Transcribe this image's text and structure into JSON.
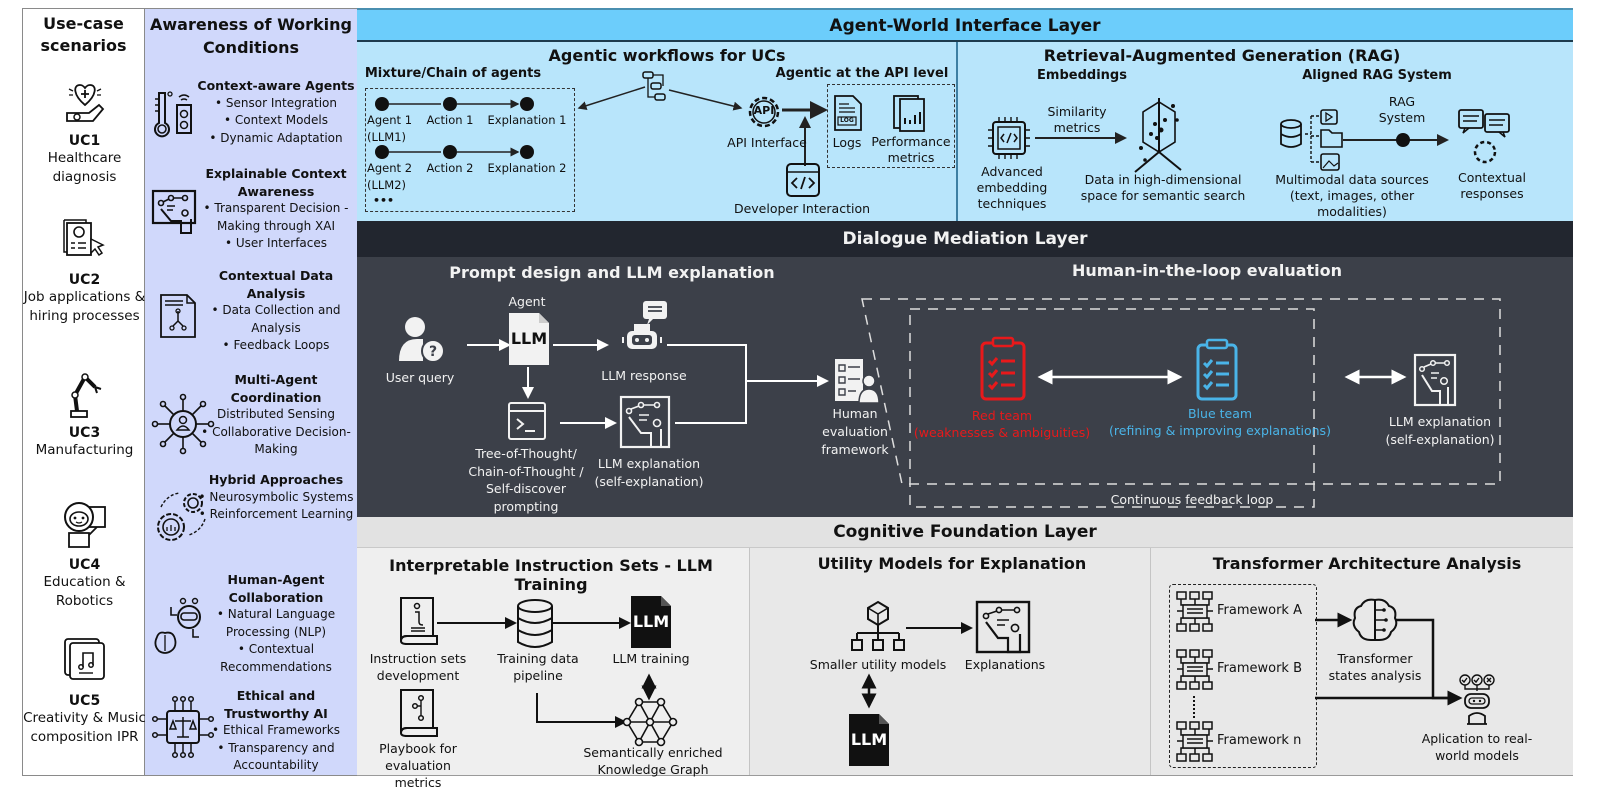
{
  "use_cases": {
    "header": "Use-case scenarios",
    "items": [
      {
        "code": "UC1",
        "label": "Healthcare diagnosis",
        "icon": "healthcare-heart-hand-icon"
      },
      {
        "code": "UC2",
        "label": "Job applications & hiring processes",
        "icon": "resume-cursor-icon"
      },
      {
        "code": "UC3",
        "label": "Manufacturing",
        "icon": "robotic-arm-icon"
      },
      {
        "code": "UC4",
        "label": "Education & Robotics",
        "icon": "teaching-robot-icon"
      },
      {
        "code": "UC5",
        "label": "Creativity & Music composition IPR",
        "icon": "music-note-icon"
      }
    ]
  },
  "awareness": {
    "header": "Awareness of Working Conditions",
    "items": [
      {
        "title": "Context-aware Agents",
        "bullets": [
          "• Sensor Integration",
          "• Context Models",
          "• Dynamic Adaptation"
        ],
        "icon": "thermometer-sensor-icon"
      },
      {
        "title": "Explainable Context Awareness",
        "bullets": [
          "• Transparent Decision -Making through XAI",
          "• User Interfaces"
        ],
        "icon": "presentation-board-icon"
      },
      {
        "title": "Contextual Data Analysis",
        "bullets": [
          "• Data Collection and Analysis",
          "• Feedback Loops"
        ],
        "icon": "data-document-icon"
      },
      {
        "title": "Multi-Agent Coordination",
        "bullets": [
          "Distributed Sensing",
          "• Collaborative Decision-Making"
        ],
        "icon": "network-agent-icon"
      },
      {
        "title": "Hybrid Approaches",
        "bullets": [
          "• Neurosymbolic Systems",
          "• Reinforcement Learning"
        ],
        "icon": "gears-cycle-icon"
      },
      {
        "title": "Human-Agent Collaboration",
        "bullets": [
          "• Natural Language Processing (NLP)",
          "• Contextual Recommendations"
        ],
        "icon": "brain-robot-icon"
      },
      {
        "title": "Ethical and Trustworthy AI",
        "bullets": [
          "• Ethical Frameworks",
          "• Transparency and Accountability"
        ],
        "icon": "ethics-scale-chip-icon"
      }
    ]
  },
  "agent_world": {
    "title": "Agent-World Interface Layer",
    "workflows": {
      "title": "Agentic workflows for UCs",
      "chain_title": "Mixture/Chain of agents",
      "row1": [
        "Agent 1",
        "Action 1",
        "Explanation 1"
      ],
      "row1_sub": "(LLM1)",
      "row2": [
        "Agent 2",
        "Action 2",
        "Explanation 2"
      ],
      "row2_sub": "(LLM2)",
      "ellipsis": "•••",
      "api_title": "Agentic at the API level",
      "api_label": "API Interface",
      "api_icon_text": "API",
      "logs_label": "Logs",
      "logs_icon_text": "LOG",
      "perf_label": "Performance metrics",
      "dev_label": "Developer Interaction"
    },
    "rag": {
      "title": "Retrieval-Augmented Generation (RAG)",
      "embeddings_title": "Embeddings",
      "aligned_title": "Aligned RAG System",
      "advanced_label": "Advanced embedding techniques",
      "similarity_label": "Similarity metrics",
      "space_label": "Data in high-dimensional space for semantic search",
      "multimodal_label": "Multimodal data sources (text, images, other modalities)",
      "rag_system_label": "RAG System",
      "contextual_label": "Contextual responses"
    }
  },
  "dialogue": {
    "title": "Dialogue Mediation Layer",
    "prompt": {
      "title": "Prompt design and LLM explanation",
      "user_query": "User query",
      "agent_label": "Agent",
      "llm_text": "LLM",
      "llm_response": "LLM response",
      "tot_label": "Tree-of-Thought/ Chain-of-Thought / Self-discover prompting",
      "llm_explanation": "LLM explanation (self-explanation)",
      "human_eval": "Human evaluation framework"
    },
    "hitl": {
      "title": "Human-in-the-loop evaluation",
      "red_team": "Red team",
      "red_team_sub": "(weaknesses & ambiguities)",
      "blue_team": "Blue team",
      "blue_team_sub": "(refining & improving explanations)",
      "llm_explanation": "LLM explanation (self-explanation)",
      "feedback": "Continuous feedback loop",
      "red_color": "#e8191b",
      "blue_color": "#4ab4e8"
    }
  },
  "cognitive": {
    "title": "Cognitive Foundation Layer",
    "instruction": {
      "title": "Interpretable Instruction Sets - LLM Training",
      "instruction_dev": "Instruction sets development",
      "training_pipeline": "Training data pipeline",
      "llm_training": "LLM training",
      "llm_text": "LLM",
      "playbook": "Playbook for evaluation metrics",
      "knowledge_graph": "Semantically enriched Knowledge Graph"
    },
    "utility": {
      "title": "Utility Models for Explanation",
      "smaller_models": "Smaller utility models",
      "explanations": "Explanations",
      "llm_text": "LLM"
    },
    "transformer": {
      "title": "Transformer Architecture Analysis",
      "frameworks": [
        "Framework A",
        "Framework B",
        "Framework n"
      ],
      "states": "Transformer states analysis",
      "application": "Aplication to real-world models"
    }
  }
}
